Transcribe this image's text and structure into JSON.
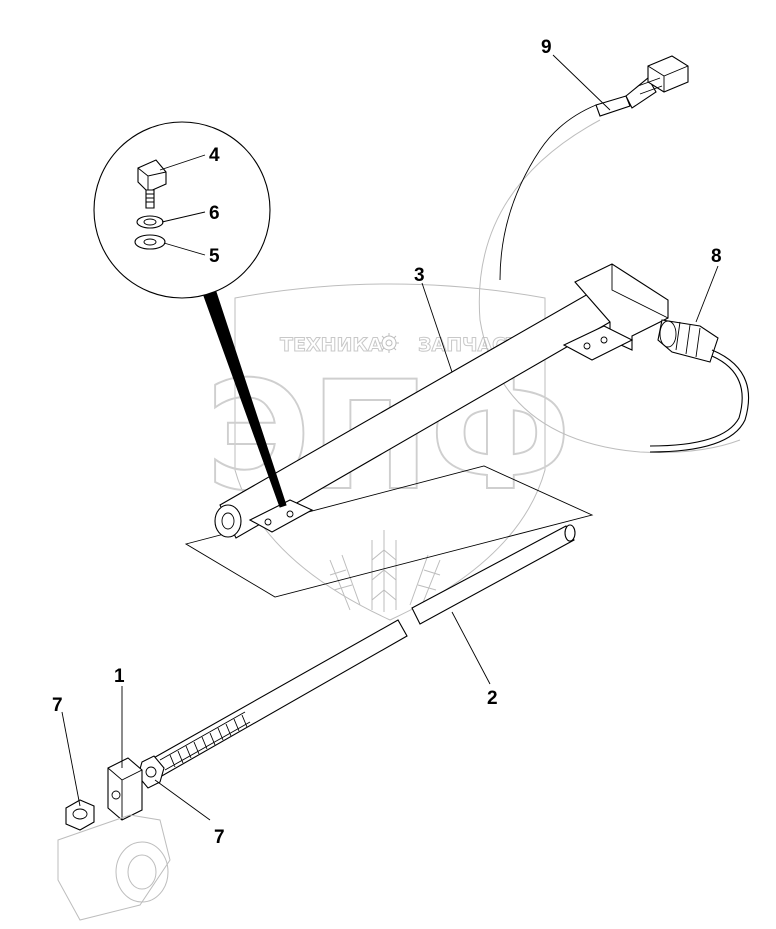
{
  "watermark": {
    "brand_left": "ТЕХНИКА",
    "brand_right": "ЗАПЧАСТИ",
    "monogram": "ЭПФ"
  },
  "callouts": {
    "c1": "1",
    "c2": "2",
    "c3": "3",
    "c4": "4",
    "c5": "5",
    "c6": "6",
    "c7a": "7",
    "c7b": "7",
    "c8": "8",
    "c9": "9"
  }
}
